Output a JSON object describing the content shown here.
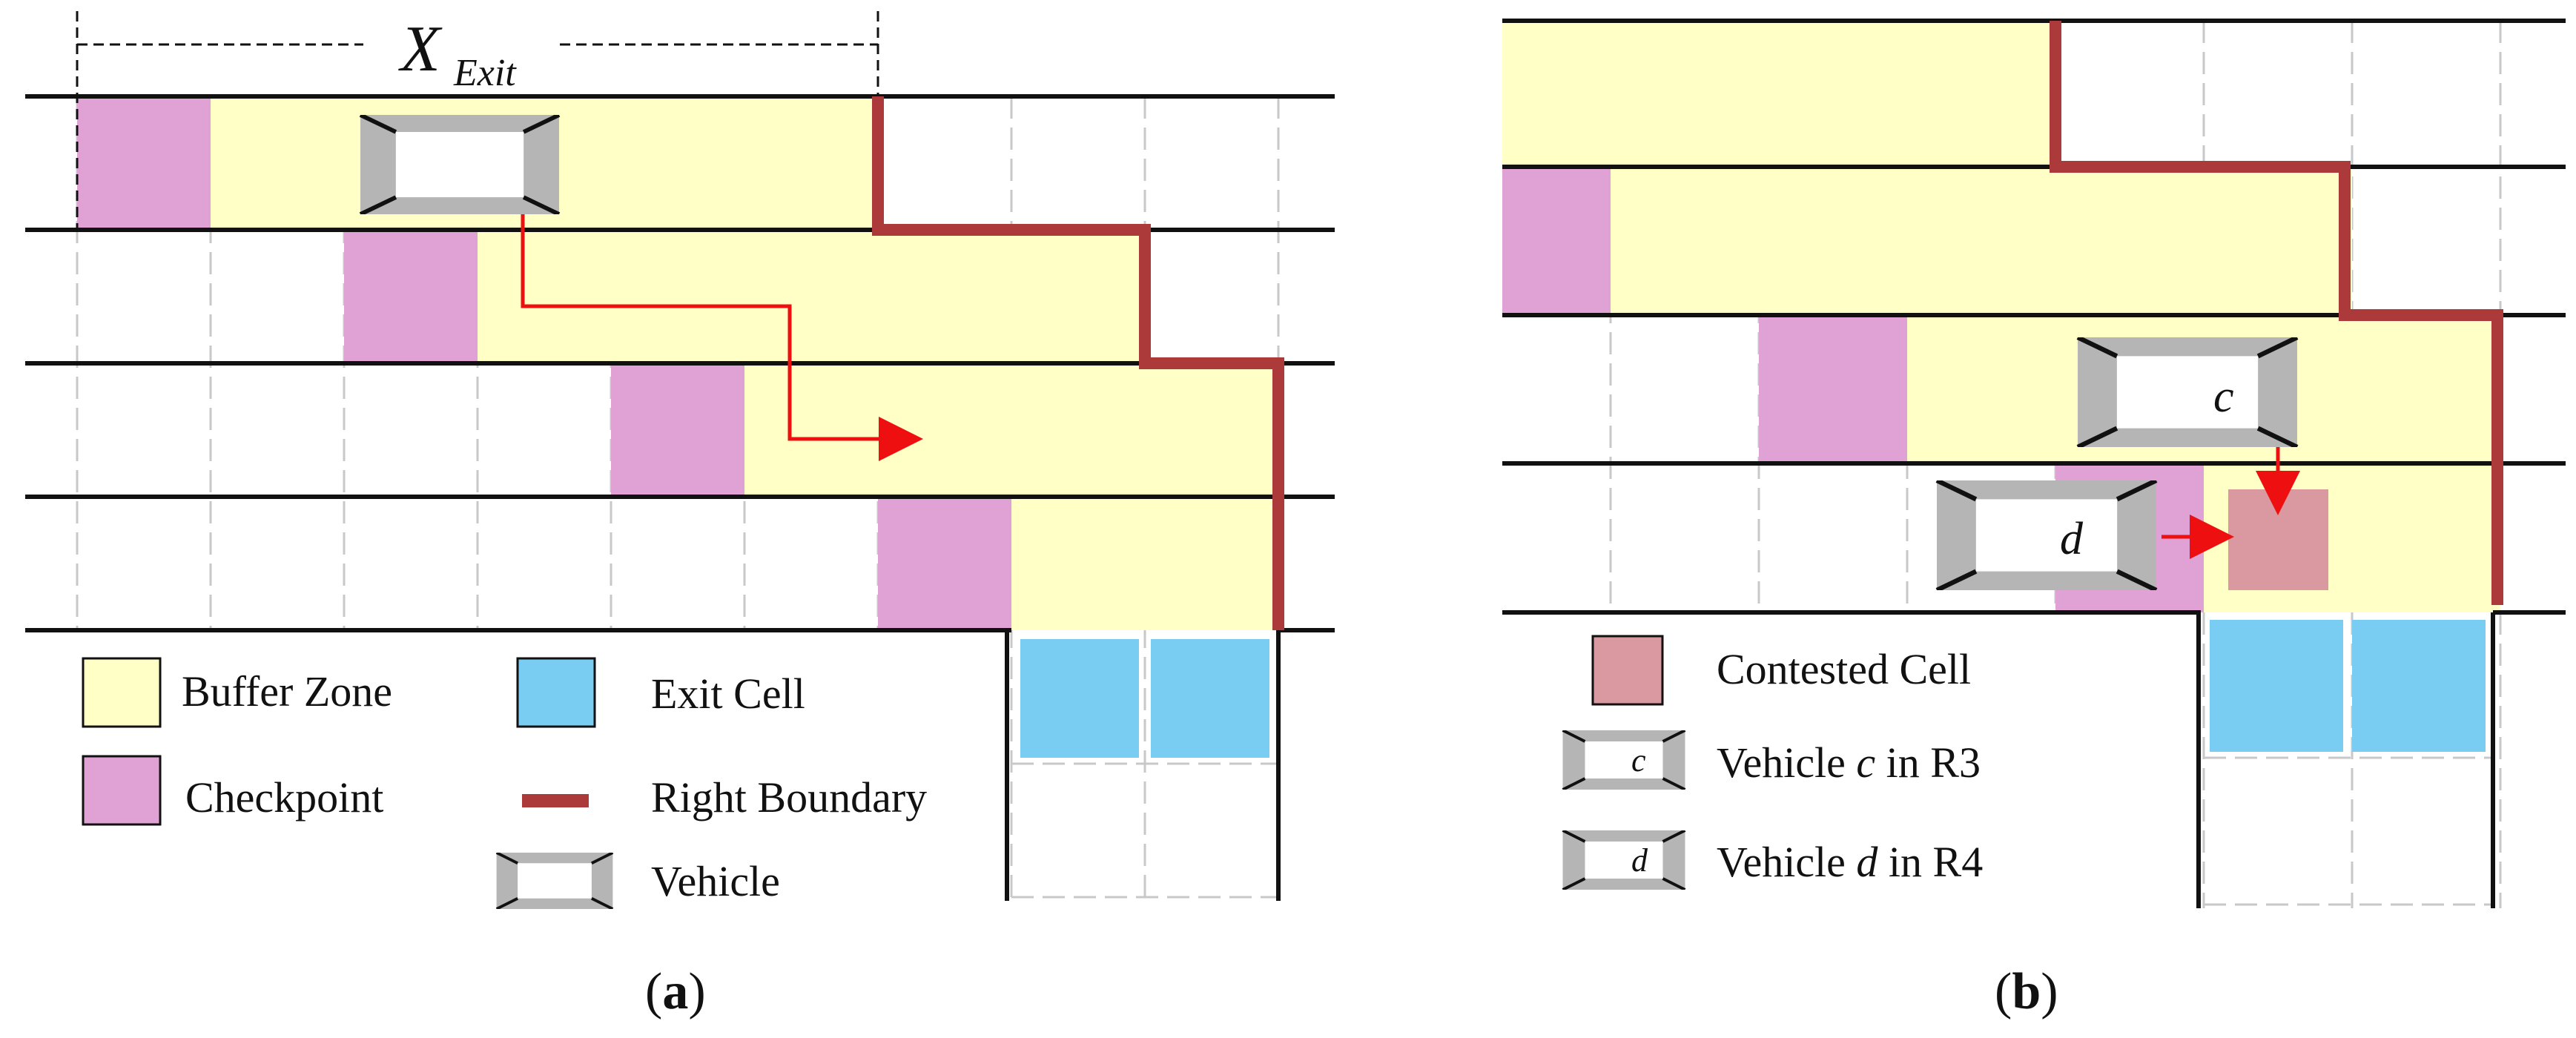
{
  "colors": {
    "buffer": "#FFFFC6",
    "checkpoint": "#E0A2D4",
    "exit": "#79CDF2",
    "boundary": "#AC3A3A",
    "contested": "#DA98A0",
    "vehicle": "#B5B5B5",
    "arrow": "#EE1010",
    "line": "#111111",
    "grid": "#C8C8C8"
  },
  "panel_a": {
    "dimension_main": "X",
    "dimension_sub": "Exit",
    "caption_letter": "a",
    "legend": {
      "buffer_zone": "Buffer Zone",
      "checkpoint": "Checkpoint",
      "exit_cell": "Exit Cell",
      "right_boundary": "Right Boundary",
      "vehicle": "Vehicle"
    }
  },
  "panel_b": {
    "caption_letter": "b",
    "vehicle_c_label": "c",
    "vehicle_d_label": "d",
    "legend": {
      "contested_cell": "Contested Cell",
      "vehicle_c_prefix": "Vehicle ",
      "vehicle_c_letter": "c",
      "vehicle_c_suffix": " in R3",
      "vehicle_d_prefix": "Vehicle ",
      "vehicle_d_letter": "d",
      "vehicle_d_suffix": " in R4",
      "legend_c_icon_letter": "c",
      "legend_d_icon_letter": "d"
    }
  }
}
